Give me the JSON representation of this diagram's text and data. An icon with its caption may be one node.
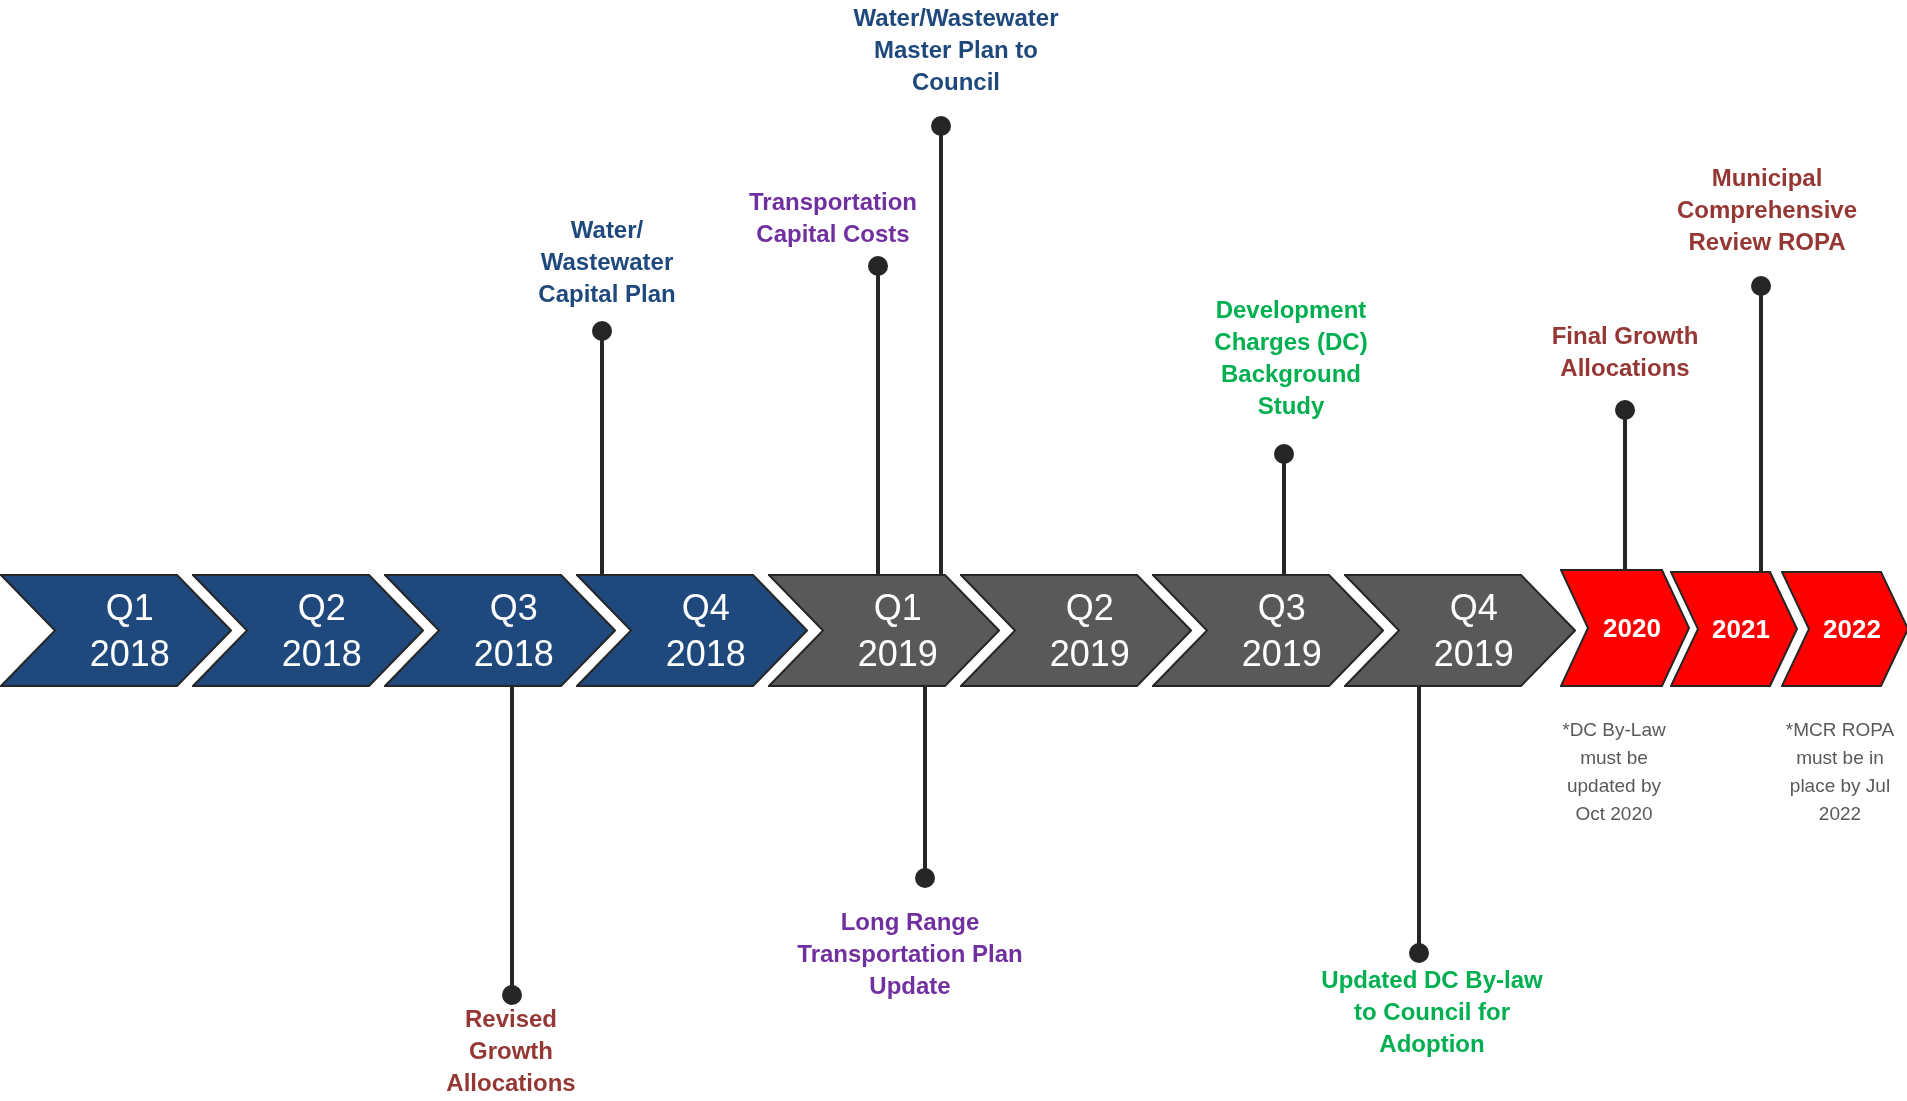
{
  "diagram": {
    "nodes": [
      {
        "text": [
          "Q1 2018"
        ]
      },
      {
        "text": [
          "Q2 2018"
        ]
      },
      {
        "text": [
          "Q3 2018"
        ]
      },
      {
        "text": [
          "Q4 2018"
        ]
      },
      {
        "text": [
          "Q1 2019"
        ]
      },
      {
        "text": [
          "Q2 2019"
        ]
      },
      {
        "text": [
          "Q3 2019"
        ]
      },
      {
        "text": [
          "Q4 2019"
        ]
      },
      {
        "text": [
          "2020"
        ],
        "beside": [
          "*DC By-Law must be updated by Oct 2020"
        ]
      },
      {
        "text": [
          "2021"
        ]
      },
      {
        "text": [
          "2022"
        ],
        "beside": [
          "*MCR ROPA must be in place by Jul 2022"
        ]
      },
      {
        "text": [
          "Water/Wastewater Master Plan to Council"
        ]
      },
      {
        "text": [
          "Municipal Comprehensive Review ROPA"
        ]
      },
      {
        "text": [
          "Transportation Capital Costs"
        ]
      },
      {
        "text": [
          "Water/ Wastewater Capital Plan"
        ]
      },
      {
        "text": [
          "Development Charges (DC) Background Study"
        ]
      },
      {
        "text": [
          "Final Growth Allocations"
        ]
      },
      {
        "text": [
          "Long Range Transportation Plan Update"
        ]
      },
      {
        "text": [
          "Updated DC By-law to Council for Adoption"
        ]
      },
      {
        "text": [
          "Revised Growth Allocations"
        ]
      }
    ],
    "edges": [
      {
        "from": 11,
        "to": 4,
        "arrow": "other"
      },
      {
        "from": 12,
        "to": 9,
        "arrow": "other"
      },
      {
        "from": 13,
        "to": 4,
        "arrow": "other"
      },
      {
        "from": 14,
        "to": 3,
        "arrow": "other"
      },
      {
        "from": 15,
        "to": 6,
        "arrow": "other"
      },
      {
        "from": 16,
        "to": 8,
        "arrow": "other"
      },
      {
        "from": 17,
        "to": 4,
        "arrow": "other"
      },
      {
        "from": 18,
        "to": 7,
        "arrow": "other"
      },
      {
        "from": 19,
        "to": 2,
        "arrow": "other"
      }
    ]
  }
}
